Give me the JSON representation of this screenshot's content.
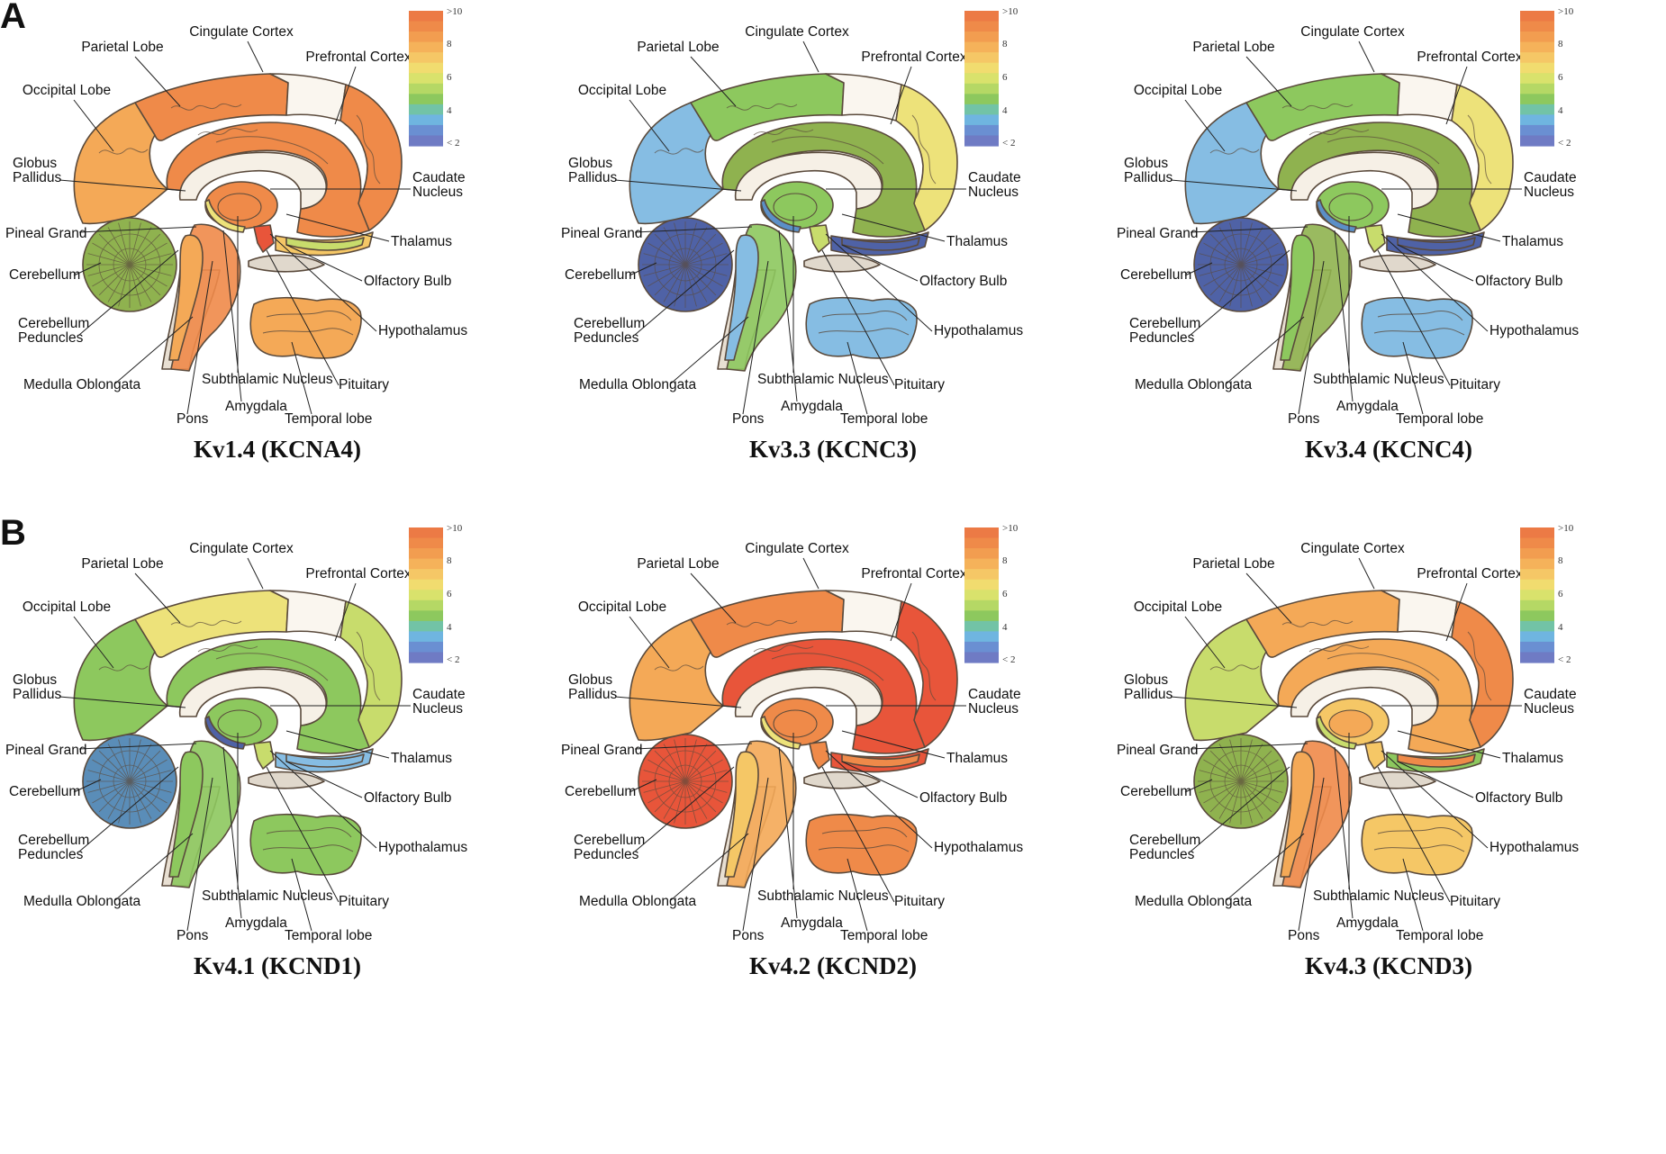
{
  "panel_letters": [
    "A",
    "B"
  ],
  "region_labels": {
    "cingulate": "Cingulate Cortex",
    "parietal": "Parietal Lobe",
    "prefrontal": "Prefrontal Cortex",
    "occipital": "Occipital Lobe",
    "globus1": "Globus",
    "globus2": "Pallidus",
    "caudate1": "Caudate",
    "caudate2": "Nucleus",
    "pineal": "Pineal Grand",
    "thalamus": "Thalamus",
    "cerebellum": "Cerebellum",
    "olfactory": "Olfactory Bulb",
    "peduncles1": "Cerebellum",
    "peduncles2": "Peduncles",
    "hypothalamus": "Hypothalamus",
    "subthalamic": "Subthalamic Nucleus",
    "medulla": "Medulla Oblongata",
    "pituitary": "Pituitary",
    "amygdala": "Amygdala",
    "pons": "Pons",
    "temporal": "Temporal lobe"
  },
  "colorbar": {
    "ticks": [
      ">10",
      "8",
      "6",
      "4",
      "< 2"
    ],
    "colors": [
      "#ec7a45",
      "#ef8a49",
      "#f29d50",
      "#f5b25a",
      "#f5c766",
      "#f1dc6f",
      "#d9e26c",
      "#b5d865",
      "#8dc85e",
      "#72c3a6",
      "#6fb5e0",
      "#6a8fd2",
      "#6f7bc4"
    ]
  },
  "color_scale": {
    "red": "#e8553a",
    "orange": "#ef8a49",
    "lightorange": "#f4a957",
    "yellow": "#f5c766",
    "paleyellow": "#ede27a",
    "yellowgreen": "#c8dc6c",
    "green": "#8dc85e",
    "olive": "#8fb24f",
    "lightblue": "#86bde3",
    "blue": "#5b8fc7",
    "steel": "#5a8db8",
    "indigo": "#4f62a6",
    "white": "#faf6ef"
  },
  "panels": [
    {
      "title": "Kv1.4 (KCNA4)",
      "colors": {
        "parietal": "orange",
        "cingulate": "orange",
        "prefrontal": "orange",
        "occipital": "lightorange",
        "cerebellum": "olive",
        "thalamus": "orange",
        "globus": "paleyellow",
        "caudate": "yellow",
        "brainstem": "orange",
        "pons": "lightorange",
        "temporal": "lightorange",
        "olfactory": "yellowgreen",
        "hypothalamus": "red",
        "amygdala": "orange"
      }
    },
    {
      "title": "Kv3.3 (KCNC3)",
      "colors": {
        "parietal": "green",
        "cingulate": "olive",
        "prefrontal": "paleyellow",
        "occipital": "lightblue",
        "cerebellum": "indigo",
        "thalamus": "green",
        "globus": "blue",
        "caudate": "indigo",
        "brainstem": "green",
        "pons": "lightblue",
        "temporal": "lightblue",
        "olfactory": "indigo",
        "hypothalamus": "yellowgreen",
        "amygdala": "green"
      }
    },
    {
      "title": "Kv3.4 (KCNC4)",
      "colors": {
        "parietal": "green",
        "cingulate": "olive",
        "prefrontal": "paleyellow",
        "occipital": "lightblue",
        "cerebellum": "indigo",
        "thalamus": "green",
        "globus": "blue",
        "caudate": "indigo",
        "brainstem": "olive",
        "pons": "green",
        "temporal": "lightblue",
        "olfactory": "indigo",
        "hypothalamus": "yellowgreen",
        "amygdala": "green"
      }
    },
    {
      "title": "Kv4.1 (KCND1)",
      "colors": {
        "parietal": "paleyellow",
        "cingulate": "green",
        "prefrontal": "yellowgreen",
        "occipital": "green",
        "cerebellum": "steel",
        "thalamus": "green",
        "globus": "indigo",
        "caudate": "lightblue",
        "brainstem": "green",
        "pons": "green",
        "temporal": "green",
        "olfactory": "lightblue",
        "hypothalamus": "yellowgreen",
        "amygdala": "green"
      }
    },
    {
      "title": "Kv4.2 (KCND2)",
      "colors": {
        "parietal": "orange",
        "cingulate": "red",
        "prefrontal": "red",
        "occipital": "lightorange",
        "cerebellum": "red",
        "thalamus": "orange",
        "globus": "paleyellow",
        "caudate": "red",
        "brainstem": "lightorange",
        "pons": "yellow",
        "temporal": "orange",
        "olfactory": "orange",
        "hypothalamus": "orange",
        "amygdala": "orange"
      }
    },
    {
      "title": "Kv4.3 (KCND3)",
      "colors": {
        "parietal": "lightorange",
        "cingulate": "lightorange",
        "prefrontal": "orange",
        "occipital": "yellowgreen",
        "cerebellum": "olive",
        "thalamus": "yellow",
        "globus": "yellowgreen",
        "caudate": "green",
        "brainstem": "orange",
        "pons": "lightorange",
        "temporal": "yellow",
        "olfactory": "orange",
        "hypothalamus": "yellow",
        "amygdala": "lightorange"
      }
    }
  ]
}
